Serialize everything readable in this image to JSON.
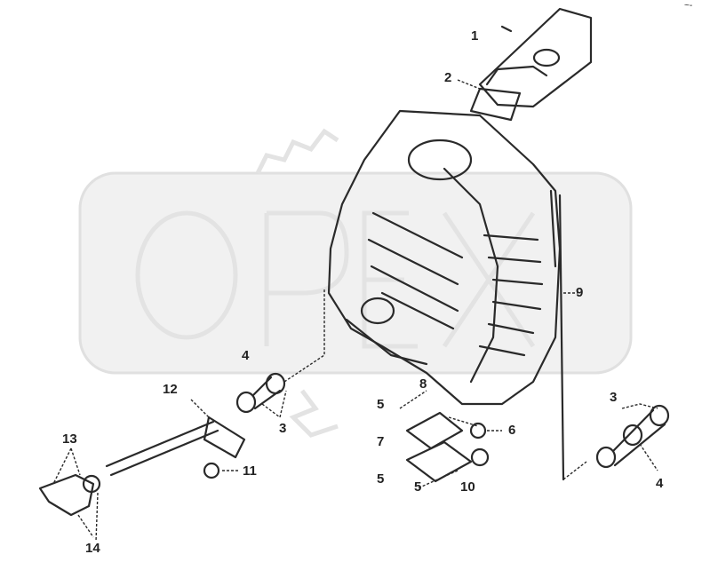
{
  "watermark": {
    "text": "OPEX"
  },
  "corner_mark": "~-",
  "callouts": [
    {
      "id": "1",
      "text": "1"
    },
    {
      "id": "2",
      "text": "2"
    },
    {
      "id": "3a",
      "text": "3"
    },
    {
      "id": "3b",
      "text": "3"
    },
    {
      "id": "4a",
      "text": "4"
    },
    {
      "id": "4b",
      "text": "4"
    },
    {
      "id": "5a",
      "text": "5"
    },
    {
      "id": "5b",
      "text": "5"
    },
    {
      "id": "5c",
      "text": "5"
    },
    {
      "id": "6",
      "text": "6"
    },
    {
      "id": "7",
      "text": "7"
    },
    {
      "id": "8",
      "text": "8"
    },
    {
      "id": "9",
      "text": "9"
    },
    {
      "id": "10",
      "text": "10"
    },
    {
      "id": "11",
      "text": "11"
    },
    {
      "id": "12",
      "text": "12"
    },
    {
      "id": "13",
      "text": "13"
    },
    {
      "id": "14",
      "text": "14"
    }
  ]
}
